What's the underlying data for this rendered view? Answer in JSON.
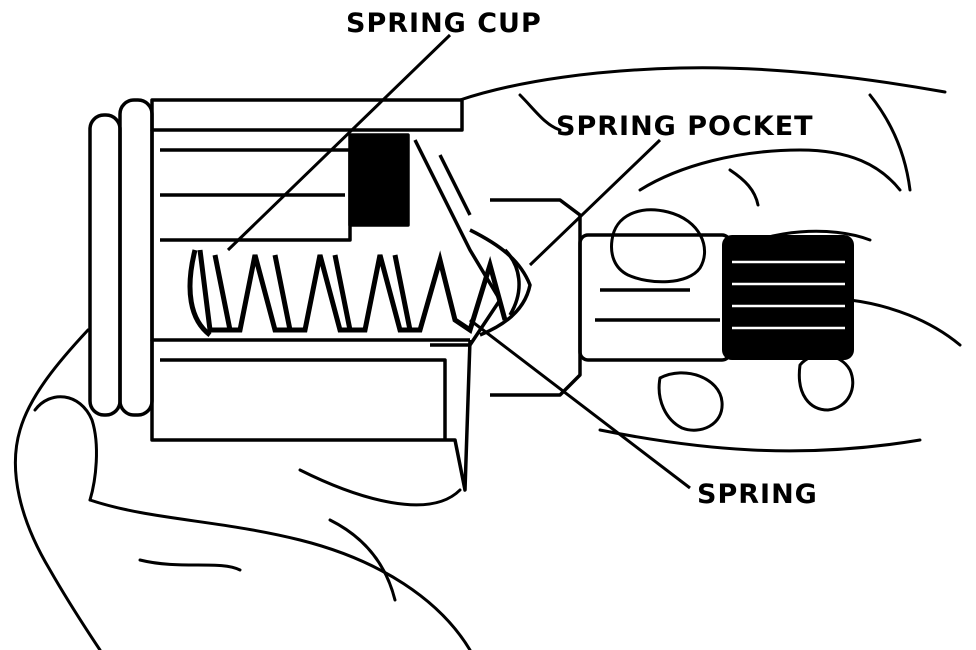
{
  "labels": {
    "spring_cup": "SPRING CUP",
    "spring_pocket": "SPRING POCKET",
    "spring": "SPRING"
  },
  "colors": {
    "ink": "#000000",
    "paper": "#ffffff"
  }
}
